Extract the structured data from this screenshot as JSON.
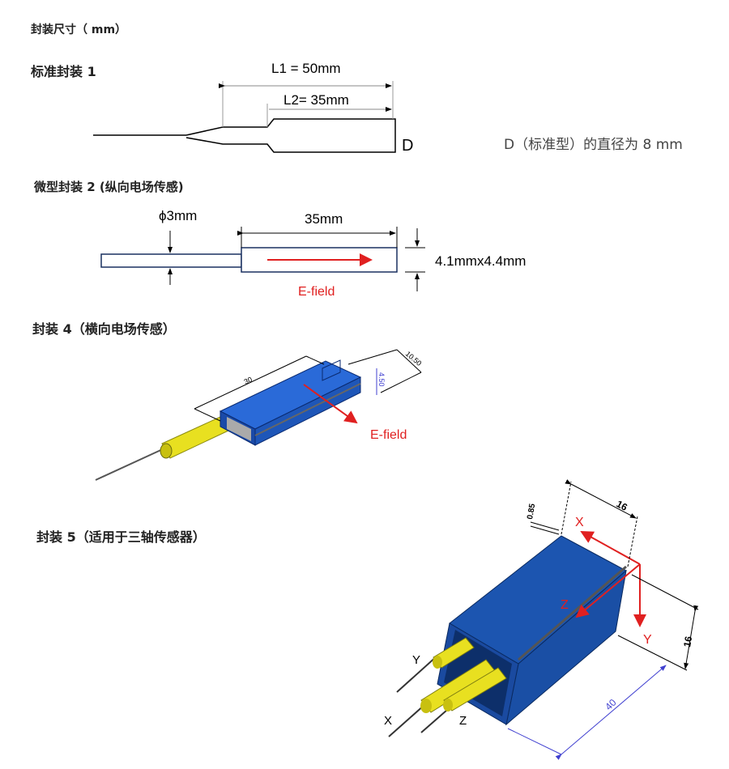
{
  "title": "封装尺寸（ mm）",
  "pkg1": {
    "heading": "标准封装 1",
    "l1": "L1 = 50mm",
    "l2": "L2= 35mm",
    "d": "D",
    "note": "D（标准型）的直径为 8 mm"
  },
  "pkg2": {
    "heading": "微型封装 2 (纵向电场传感)",
    "phi": "ϕ3mm",
    "len": "35mm",
    "cross": "4.1mmx4.4mm",
    "field": "E-field"
  },
  "pkg4": {
    "heading": "封装 4（横向电场传感）",
    "dim_len": "30",
    "dim_w": "10.50",
    "dim_h": "4.50",
    "field": "E-field"
  },
  "pkg5": {
    "heading": "封装 5（适用于三轴传感器）",
    "dim_wall": "0.85",
    "dim_w": "16",
    "dim_h": "16",
    "dim_len": "40",
    "axis_x": "X",
    "axis_y": "Y",
    "axis_z": "Z",
    "lead_x": "X",
    "lead_y": "Y",
    "lead_z": "Z"
  },
  "colors": {
    "body": "#1f5fc0",
    "red": "#e02020",
    "tube": "#e8e020",
    "dim_blue": "#4040d0"
  }
}
